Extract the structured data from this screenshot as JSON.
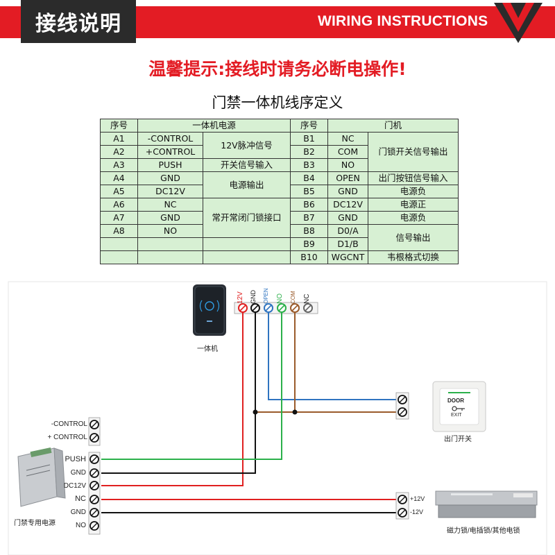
{
  "header": {
    "title": "接线说明",
    "subtitle": "WIRING INSTRUCTIONS"
  },
  "warning": "温馨提示:接线时请务必断电操作!",
  "table": {
    "title": "门禁一体机线序定义",
    "head": {
      "seq": "序号",
      "reader": "一体机电源",
      "seq2": "序号",
      "door": "门机"
    },
    "left": [
      {
        "no": "A1",
        "pin": "-CONTROL"
      },
      {
        "no": "A2",
        "pin": "+CONTROL"
      },
      {
        "no": "A3",
        "pin": "PUSH"
      },
      {
        "no": "A4",
        "pin": "GND"
      },
      {
        "no": "A5",
        "pin": "DC12V"
      },
      {
        "no": "A6",
        "pin": "NC"
      },
      {
        "no": "A7",
        "pin": "GND"
      },
      {
        "no": "A8",
        "pin": "NO"
      }
    ],
    "left_desc": {
      "pulse": "12V脉冲信号",
      "switch": "开关信号输入",
      "power": "电源输出",
      "lock": "常开常闭门锁接口"
    },
    "right": [
      {
        "no": "B1",
        "pin": "NC"
      },
      {
        "no": "B2",
        "pin": "COM"
      },
      {
        "no": "B3",
        "pin": "NO"
      },
      {
        "no": "B4",
        "pin": "OPEN"
      },
      {
        "no": "B5",
        "pin": "GND"
      },
      {
        "no": "B6",
        "pin": "DC12V"
      },
      {
        "no": "B7",
        "pin": "GND"
      },
      {
        "no": "B8",
        "pin": "D0/A"
      },
      {
        "no": "B9",
        "pin": "D1/B"
      },
      {
        "no": "B10",
        "pin": "WGCNT"
      }
    ],
    "right_desc": {
      "lock_out": "门锁开关信号输出",
      "button_in": "出门按钮信号输入",
      "pwr_neg": "电源负",
      "pwr_pos": "电源正",
      "pwr_neg2": "电源负",
      "signal_out": "信号输出",
      "wiegand": "韦根格式切换"
    }
  },
  "diagram": {
    "reader_label": "一体机",
    "reader_pins": [
      "12V",
      "GND",
      "OPEN",
      "NO",
      "COM",
      "NC"
    ],
    "exit_button": {
      "label": "出门开关",
      "text1": "DOOR",
      "text2": "EXIT"
    },
    "control_pins": [
      "-CONTROL",
      "+ CONTROL"
    ],
    "psu_pins": [
      "PUSH",
      "GND",
      "DC12V",
      "NC",
      "GND",
      "NO"
    ],
    "psu_label": "门禁专用电源",
    "lock_pins": [
      "+12V",
      "-12V"
    ],
    "lock_label": "磁力锁/电插锁/其他电锁"
  },
  "colors": {
    "brand_red": "#e31c24",
    "table_bg": "#d7f0d3",
    "wire_red": "#e02020",
    "wire_black": "#111111",
    "wire_blue": "#2f74c0",
    "wire_green": "#2bb04a",
    "wire_brown": "#9a5a2a"
  }
}
